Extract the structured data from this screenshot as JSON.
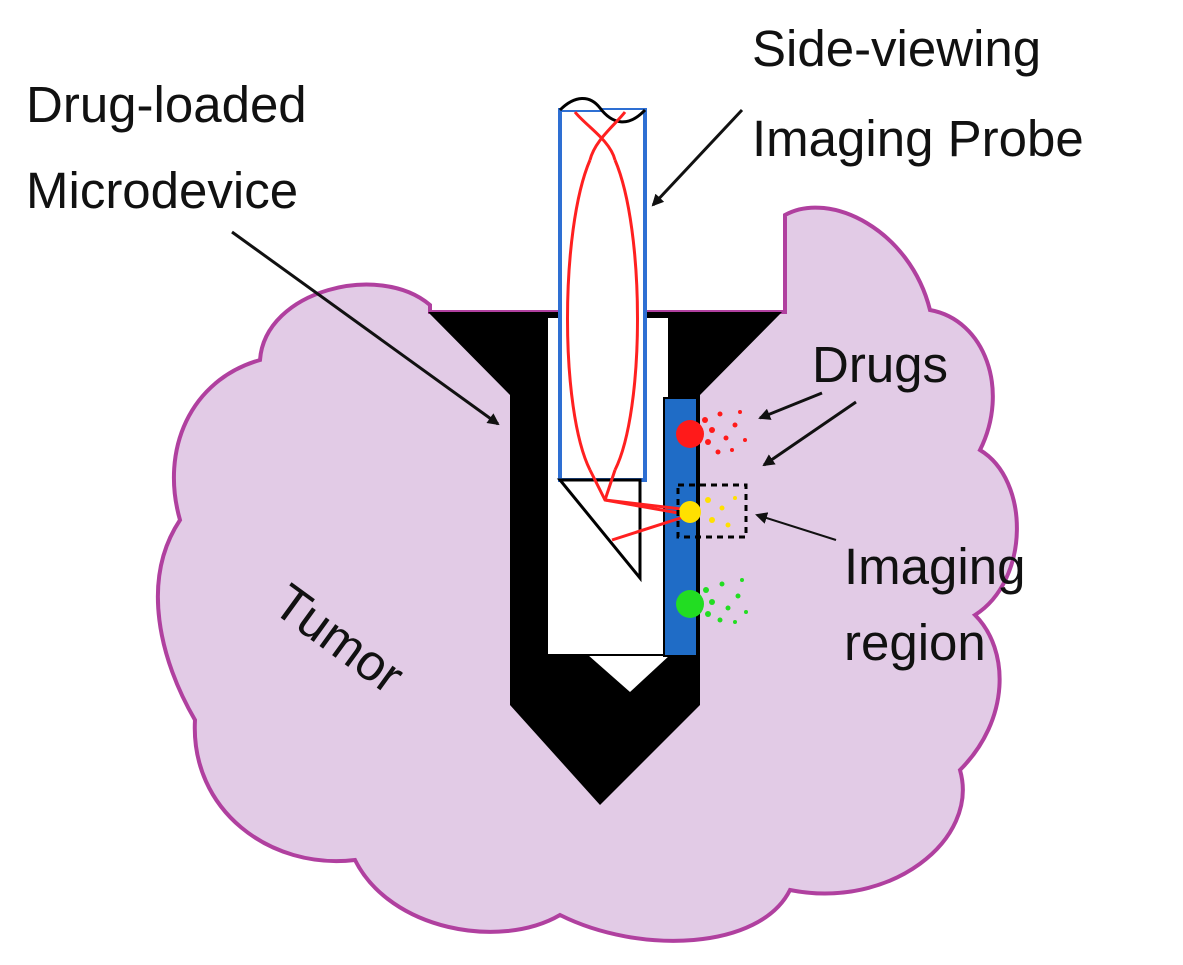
{
  "labels": {
    "microdevice_line1": "Drug-loaded",
    "microdevice_line2": "Microdevice",
    "probe_line1": "Side-viewing",
    "probe_line2": "Imaging Probe",
    "drugs": "Drugs",
    "imaging_line1": "Imaging",
    "imaging_line2": "region",
    "tumor": "Tumor"
  },
  "colors": {
    "tumor_fill": "#e2cbe6",
    "tumor_outline": "#b0409f",
    "device": "#000000",
    "probe_outline": "#2e6fd3",
    "optical_path": "#ff2020",
    "blue_strip": "#1f6cc6",
    "drug_red": "#ff1a1a",
    "drug_green": "#22dd22",
    "drug_yellow": "#ffe000"
  }
}
